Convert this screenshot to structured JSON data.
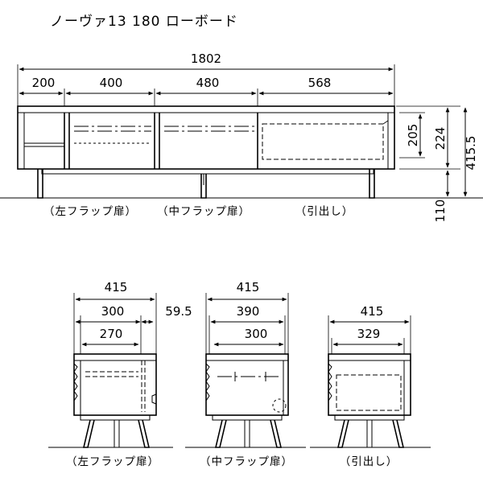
{
  "title": "ノーヴァ13 180 ローボード",
  "front": {
    "total_width": "1802",
    "sections": [
      "200",
      "400",
      "480",
      "568"
    ],
    "heights": {
      "inner_drawer": "205",
      "inner_compartment": "224",
      "overall": "415.5",
      "leg": "110"
    }
  },
  "side_views": {
    "left": {
      "depth": "415",
      "mid": "300",
      "inner": "270",
      "extra": "59.5"
    },
    "center": {
      "depth": "415",
      "mid": "390",
      "inner": "300"
    },
    "right": {
      "depth": "415",
      "inner": "329"
    }
  },
  "captions": {
    "left_flap": "（左フラップ扉）",
    "center_flap": "（中フラップ扉）",
    "drawer": "（引出し）"
  }
}
